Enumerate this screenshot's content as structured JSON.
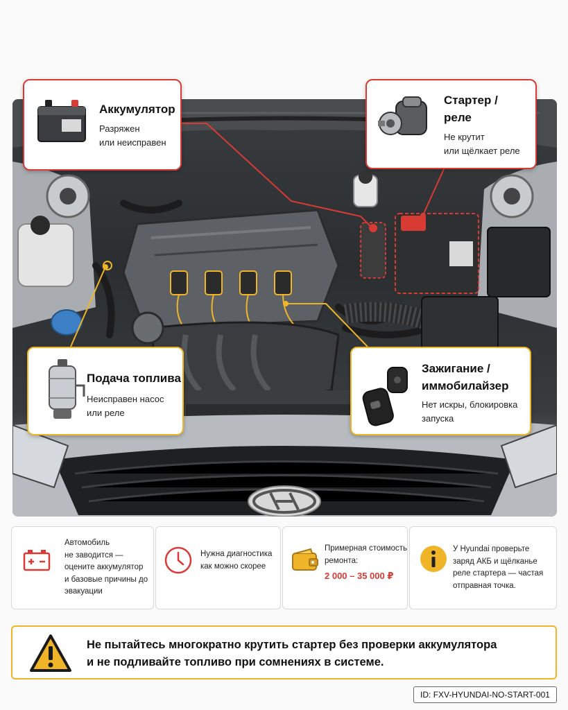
{
  "callouts": {
    "battery": {
      "title": "Аккумулятор",
      "desc1": "Разряжен",
      "desc2": "или неисправен"
    },
    "starter": {
      "title1": "Стартер /",
      "title2": "реле",
      "desc1": "Не крутит",
      "desc2": "или щёлкает реле"
    },
    "fuel": {
      "title": "Подача топлива",
      "desc1": "Неисправен насос",
      "desc2": "или реле"
    },
    "ignition": {
      "title1": "Зажигание /",
      "title2": "иммобилайзер",
      "desc1": "Нет искры, блокировка",
      "desc2": "запуска"
    }
  },
  "info": {
    "box1": {
      "l1": "Автомобиль",
      "l2": "не заводится —",
      "l3": "оцените аккумулятор",
      "l4": "и базовые причины до",
      "l5": "эвакуации"
    },
    "box2": {
      "l1": "Нужна диагностика",
      "l2": "как можно скорее"
    },
    "box3": {
      "l1": "Примерная стоимость",
      "l2": "ремонта:",
      "cost": "2 000 – 35 000 ₽"
    },
    "box4": {
      "l1": "У Hyundai проверьте",
      "l2": "заряд АКБ и щёлканье",
      "l3": "реле стартера — частая",
      "l4": "отправная точка."
    }
  },
  "warning": {
    "l1": "Не пытайтесь многократно крутить стартер без проверки аккумулятора",
    "l2": "и не подливайте топливо при сомнениях в системе."
  },
  "id_label": "ID: FXV-HYUNDAI-NO-START-001",
  "colors": {
    "red": "#d83a34",
    "yellow": "#f0b429"
  }
}
